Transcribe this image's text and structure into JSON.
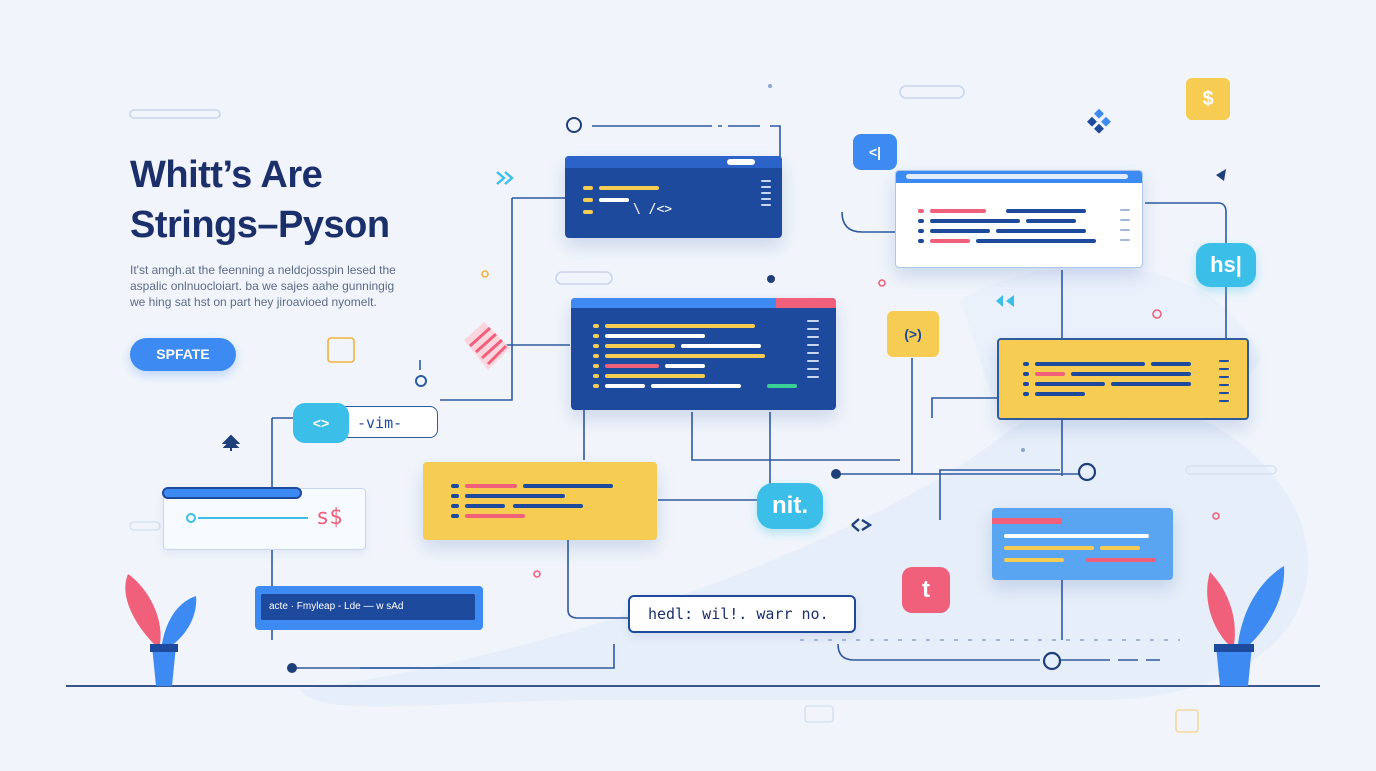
{
  "hero": {
    "title_line1": "Whitt’s Are",
    "title_line2": "Strings–Pyson",
    "description_line1": "It'st amgh.at the feenning a neldcjosspin lesed the",
    "description_line2": "aspalic onlnuocloiart. ba we sajes aahe gunningig",
    "description_line3": "we hing sat hst on part hey jiroavioed nyomelt.",
    "cta_label": "SPFATE"
  },
  "tags": {
    "vim_icon": "<>",
    "vim_label": "-vim-",
    "hsl": "hs|",
    "nit": "nit.",
    "angle": "(>)",
    "t": "t",
    "s": "$",
    "code_glyph": "<|",
    "input_glyph": "s$",
    "panel_code": "\\ /<>"
  },
  "bars": {
    "search_text": "acte · Fmyleap - Lde — w  sAd",
    "output_text": "hedl:  wil!.  warr  no."
  },
  "colors": {
    "navy": "#1e4a9e",
    "blue": "#3d8bf2",
    "yellow": "#f7cc52",
    "cyan": "#3bbfe8",
    "pink": "#f0607a",
    "dark_text": "#1b2f6b"
  }
}
